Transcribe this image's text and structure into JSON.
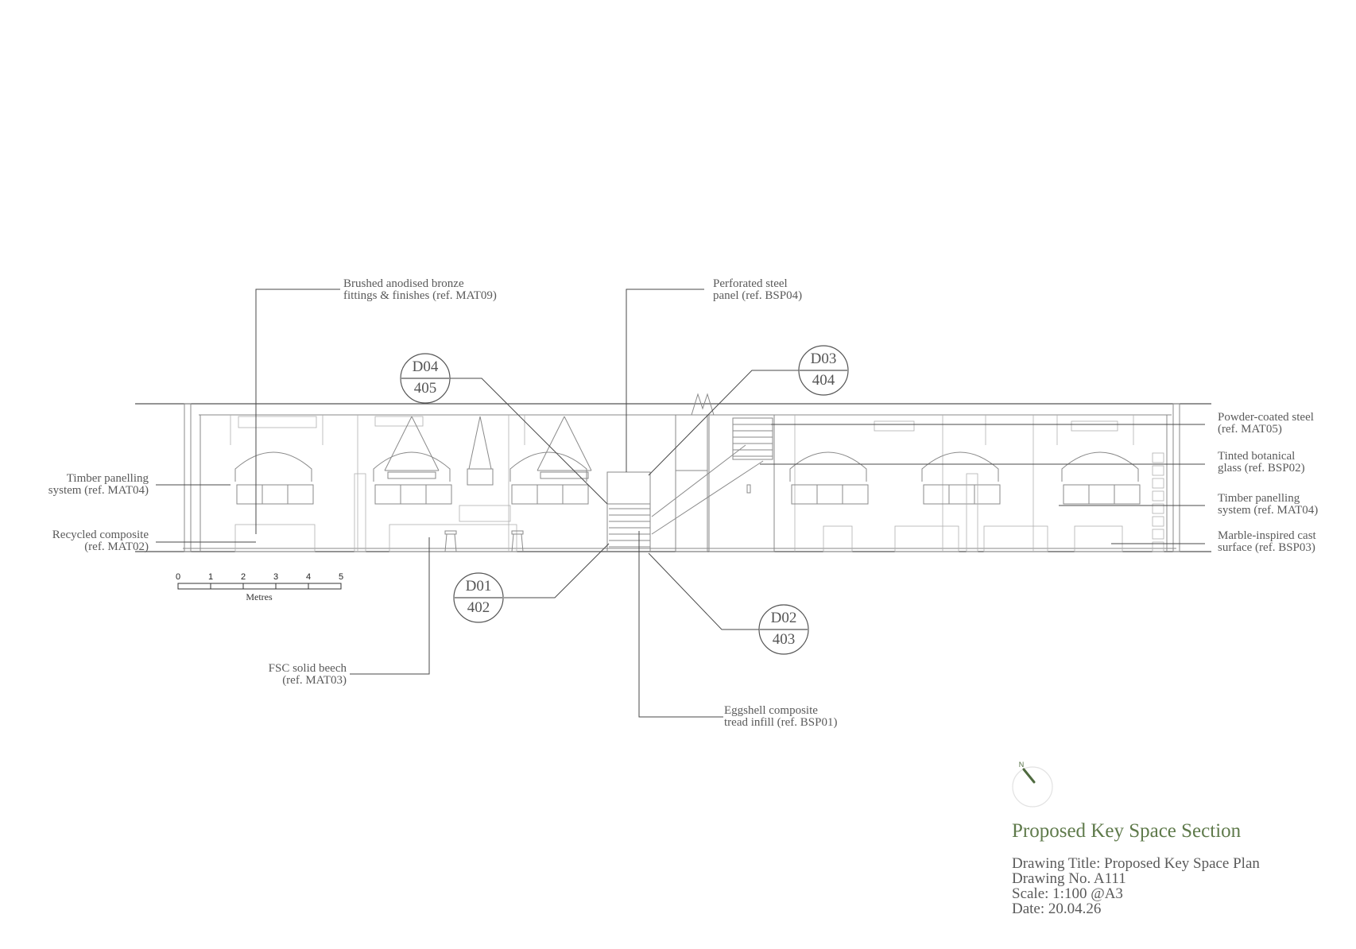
{
  "drawing": {
    "callouts": [
      {
        "id": "bronze",
        "lines": [
          "Brushed anodised bronze",
          "fittings & finishes (ref. MAT09)"
        ]
      },
      {
        "id": "perforated",
        "lines": [
          "Perforated steel",
          "panel (ref. BSP04)"
        ]
      },
      {
        "id": "timber-left",
        "lines": [
          "Timber panelling",
          "system (ref. MAT04)"
        ]
      },
      {
        "id": "recycled",
        "lines": [
          "Recycled composite",
          "(ref. MAT02)"
        ]
      },
      {
        "id": "beech",
        "lines": [
          "FSC solid beech",
          "(ref. MAT03)"
        ]
      },
      {
        "id": "eggshell",
        "lines": [
          "Eggshell composite",
          "tread infill (ref. BSP01)"
        ]
      },
      {
        "id": "powder",
        "lines": [
          "Powder-coated steel",
          "(ref. MAT05)"
        ]
      },
      {
        "id": "tinted",
        "lines": [
          "Tinted botanical",
          "glass (ref. BSP02)"
        ]
      },
      {
        "id": "timber-right",
        "lines": [
          "Timber panelling",
          "system (ref. MAT04)"
        ]
      },
      {
        "id": "marble",
        "lines": [
          "Marble-inspired cast",
          "surface (ref. BSP03)"
        ]
      }
    ],
    "detail_tags": [
      {
        "code": "D04",
        "sheet": "405"
      },
      {
        "code": "D03",
        "sheet": "404"
      },
      {
        "code": "D01",
        "sheet": "402"
      },
      {
        "code": "D02",
        "sheet": "403"
      }
    ]
  },
  "scale_bar": {
    "ticks": [
      "0",
      "1",
      "2",
      "3",
      "4",
      "5"
    ],
    "unit": "Metres"
  },
  "north_arrow": {
    "letter": "N"
  },
  "title_block": {
    "title": "Proposed Key Space Section",
    "title_color": "#5f7a4b",
    "lines": [
      "Drawing Title: Proposed Key Space Plan",
      "Drawing No. A111",
      "Scale: 1:100 @A3",
      "Date: 20.04.26"
    ]
  }
}
